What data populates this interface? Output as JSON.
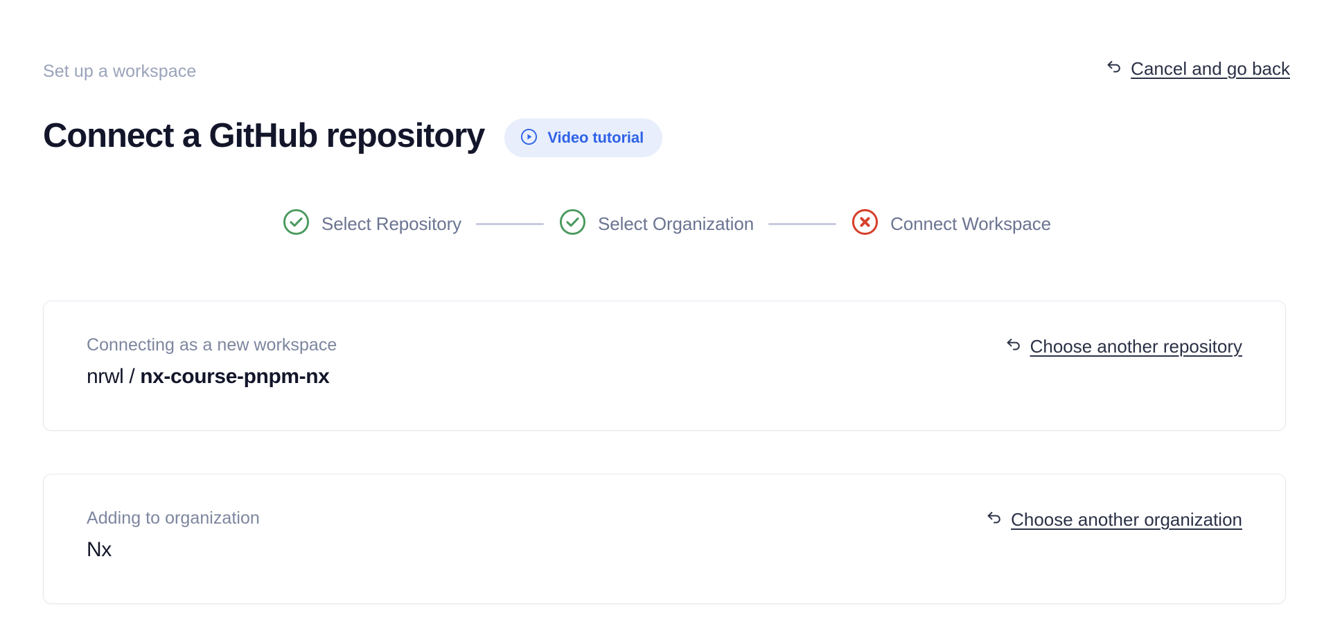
{
  "header": {
    "eyebrow": "Set up a workspace",
    "title": "Connect a GitHub repository",
    "video_tutorial_label": "Video tutorial",
    "play_icon": "play-circle-icon",
    "cancel_label": "Cancel and go back",
    "cancel_icon": "back-arrow-icon",
    "accent_color": "#2f62e6",
    "pill_background": "#e8eefc"
  },
  "stepper": {
    "connector_color": "#c7cbdd",
    "steps": [
      {
        "label": "Select Repository",
        "state": "complete",
        "icon": "check-circle-icon",
        "color": "#4a9a5e"
      },
      {
        "label": "Select Organization",
        "state": "complete",
        "icon": "check-circle-icon",
        "color": "#4a9a5e"
      },
      {
        "label": "Connect Workspace",
        "state": "error",
        "icon": "x-circle-icon",
        "color": "#d6402c"
      }
    ]
  },
  "cards": [
    {
      "caption": "Connecting as a new workspace",
      "owner": "nrwl / ",
      "name": "nx-course-pnpm-nx",
      "action_label": "Choose another repository",
      "action_icon": "back-arrow-icon"
    },
    {
      "caption": "Adding to organization",
      "value": "Nx",
      "action_label": "Choose another organization",
      "action_icon": "back-arrow-icon"
    }
  ]
}
